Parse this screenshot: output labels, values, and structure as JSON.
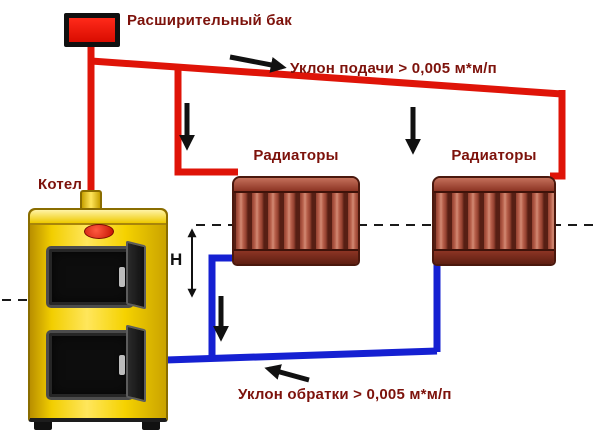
{
  "labels": {
    "expansion_tank": "Расширительный бак",
    "supply_slope": "Уклон подачи > 0,005 м*м/п",
    "boiler": "Котел",
    "radiators_left": "Радиаторы",
    "radiators_right": "Радиаторы",
    "height": "H",
    "return_slope": "Уклон обратки > 0,005 м*м/п"
  },
  "colors": {
    "supply_pipe": "#df1408",
    "return_pipe": "#1520d2",
    "label_text": "#7d120b",
    "boiler_body": "#f2ce00",
    "radiator_body": "#a74f3c",
    "arrow": "#111111",
    "background": "#ffffff"
  }
}
